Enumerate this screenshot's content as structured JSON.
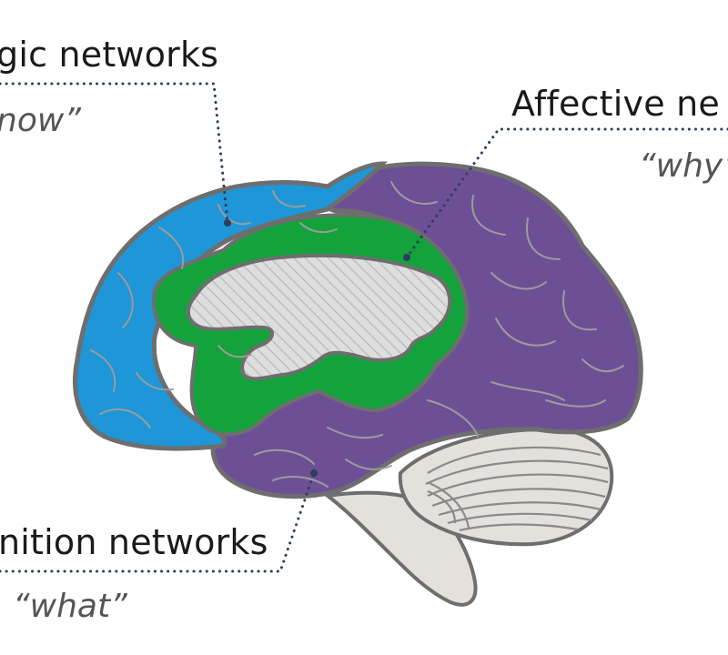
{
  "labels": {
    "strategic": {
      "title": "gic networks",
      "subtitle": "now”"
    },
    "affective": {
      "title": "Affective ne",
      "subtitle": "“why”"
    },
    "recognition": {
      "title": "nition networks",
      "subtitle": "“what”"
    }
  },
  "colors": {
    "strategic": "#1e96d7",
    "affective": "#6d4f96",
    "recognition": "#6d4f96",
    "limbic": "#13a23c",
    "hatch": "#d9d9d9",
    "cerebellum": "#e4e0dc",
    "outline": "#6e6e6e"
  }
}
